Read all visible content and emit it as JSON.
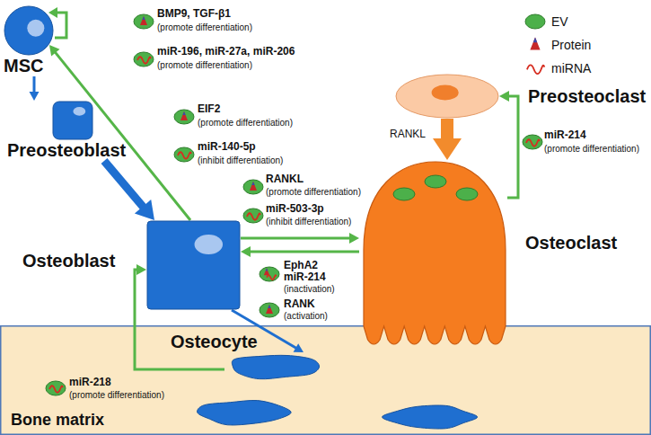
{
  "diagram": {
    "nodes": [
      {
        "text": [
          "MSC"
        ]
      },
      {
        "text": [
          "Preosteoblast"
        ]
      },
      {
        "text": [
          "Preosteoclast"
        ]
      },
      {
        "text": [
          "Osteoblast"
        ]
      },
      {
        "text": [
          "Osteoclast"
        ]
      },
      {
        "text": [
          "Bone matrix"
        ]
      },
      {
        "text": [
          "Osteocyte"
        ],
        "in": 5
      }
    ],
    "edges": [
      {
        "from": 0,
        "to": 1,
        "arrow": "to"
      },
      {
        "from": 1,
        "to": 3,
        "arrow": "to"
      },
      {
        "from": 3,
        "to": 6,
        "arrow": "to"
      },
      {
        "from": 3,
        "to": 0,
        "arrow": "to"
      },
      {
        "from": 3,
        "to": 4,
        "arrow": "to"
      },
      {
        "from": 4,
        "to": 3,
        "arrow": "to"
      },
      {
        "from": 6,
        "to": 3,
        "arrow": "to"
      },
      {
        "from": 2,
        "to": 4,
        "label": "RANKL",
        "arrow": "to"
      },
      {
        "from": 4,
        "to": 2,
        "arrow": "to"
      }
    ],
    "labels": [
      "BMP9, TGF-β1",
      "(promote differentiation)",
      "miR-196, miR-27a, miR-206",
      "(promote differentiation)",
      "EIF2",
      "(promote differentiation)",
      "miR-140-5p",
      "(inhibit differentiation)",
      "RANKL",
      "(promote differentiation)",
      "miR-503-3p",
      "(inhibit differentiation)",
      "EphA2",
      "miR-214",
      "(inactivation)",
      "RANK",
      "(activation)",
      "miR-214",
      "(promote differentiation)",
      "miR-218",
      "(promote differentiation)"
    ],
    "legend": [
      {
        "text": "EV"
      },
      {
        "text": "Protein"
      },
      {
        "text": "miRNA"
      }
    ]
  }
}
